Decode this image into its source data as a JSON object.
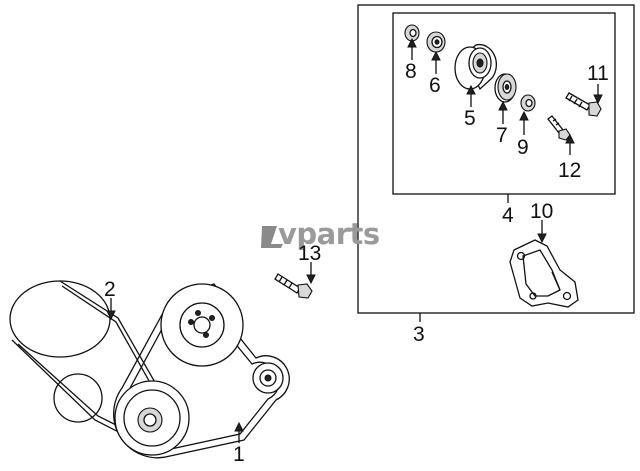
{
  "watermark": {
    "text": "vparts"
  },
  "callouts": {
    "c1": "1",
    "c2": "2",
    "c3": "3",
    "c4": "4",
    "c5": "5",
    "c6": "6",
    "c7": "7",
    "c8": "8",
    "c9": "9",
    "c10": "10",
    "c11": "11",
    "c12": "12",
    "c13": "13"
  },
  "colors": {
    "line": "#111111",
    "watermark": "#9a9a9a",
    "background": "#ffffff"
  }
}
